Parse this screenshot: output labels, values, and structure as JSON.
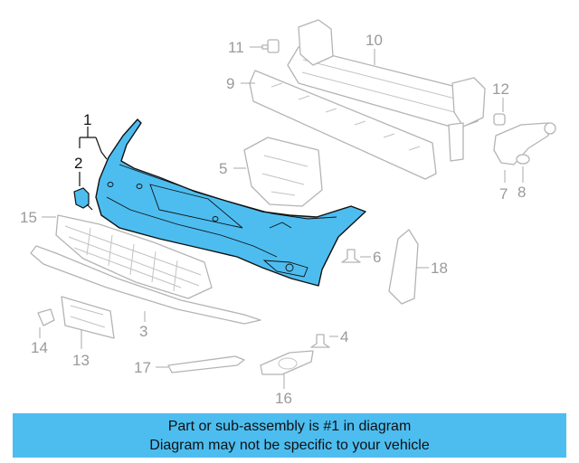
{
  "diagram": {
    "highlight_color": "#4dbdf0",
    "part_outline_color": "#b4b4b4",
    "callouts": {
      "c1": "1",
      "c2": "2",
      "c3": "3",
      "c4": "4",
      "c5": "5",
      "c6": "6",
      "c7": "7",
      "c8": "8",
      "c9": "9",
      "c10": "10",
      "c11": "11",
      "c12": "12",
      "c13": "13",
      "c14": "14",
      "c15": "15",
      "c16": "16",
      "c17": "17",
      "c18": "18"
    }
  },
  "banner": {
    "line1": "Part or sub-assembly is #1 in diagram",
    "line2": "Diagram may not be specific to your vehicle",
    "color": "#4dbdf0"
  }
}
